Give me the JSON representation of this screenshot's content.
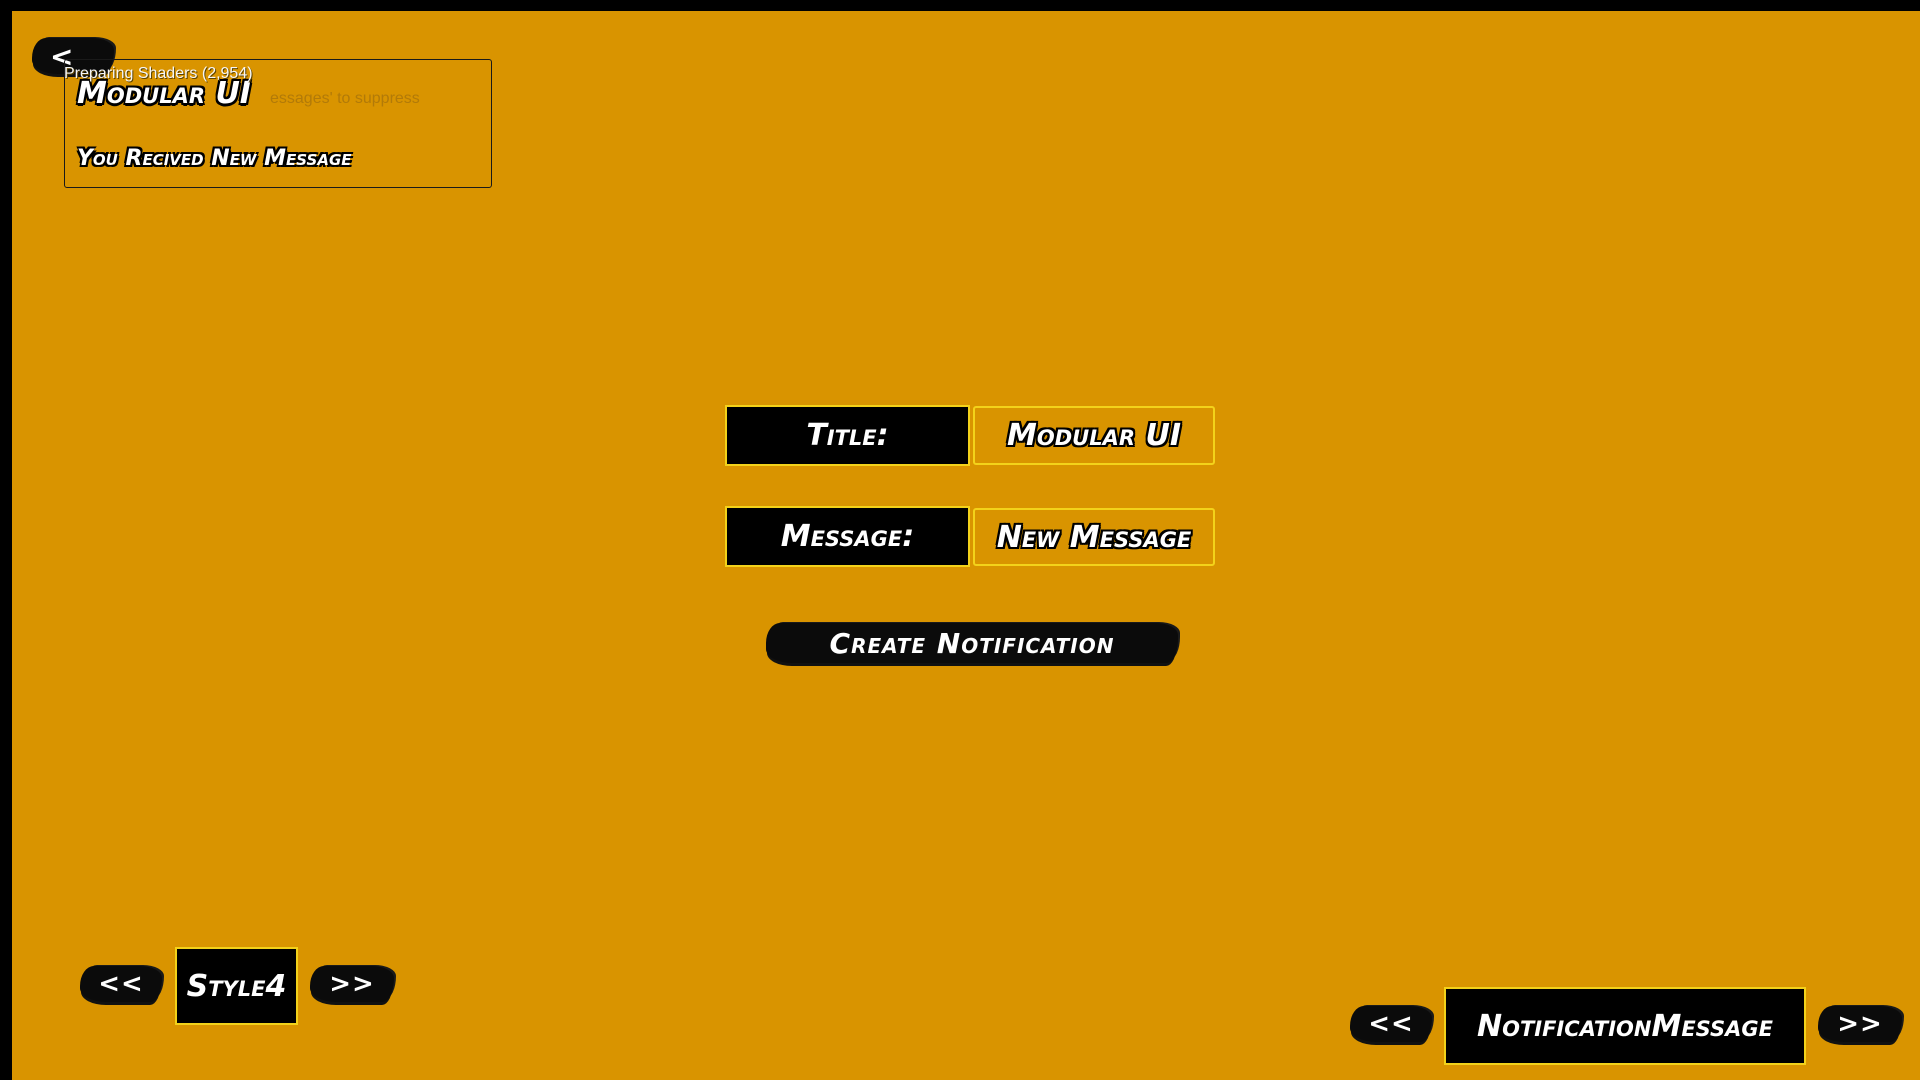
{
  "top_back": {
    "label": "<"
  },
  "debug": {
    "line1": "Preparing Shaders (2,954)",
    "line2": "essages' to suppress"
  },
  "notification": {
    "title": "Modular UI",
    "message": "You Recived New Message"
  },
  "form": {
    "title_label": "Title:",
    "title_value": "Modular UI",
    "message_label": "Message:",
    "message_value": "New Message",
    "create_button": "Create Notification"
  },
  "style_selector": {
    "prev": "<<",
    "value": "Style4",
    "next": ">>"
  },
  "type_selector": {
    "prev": "<<",
    "value": "NotificationMessage",
    "next": ">>"
  },
  "colors": {
    "background": "#d99400",
    "accent_border": "#f3d21a",
    "panel": "#000000",
    "text": "#ffffff"
  }
}
